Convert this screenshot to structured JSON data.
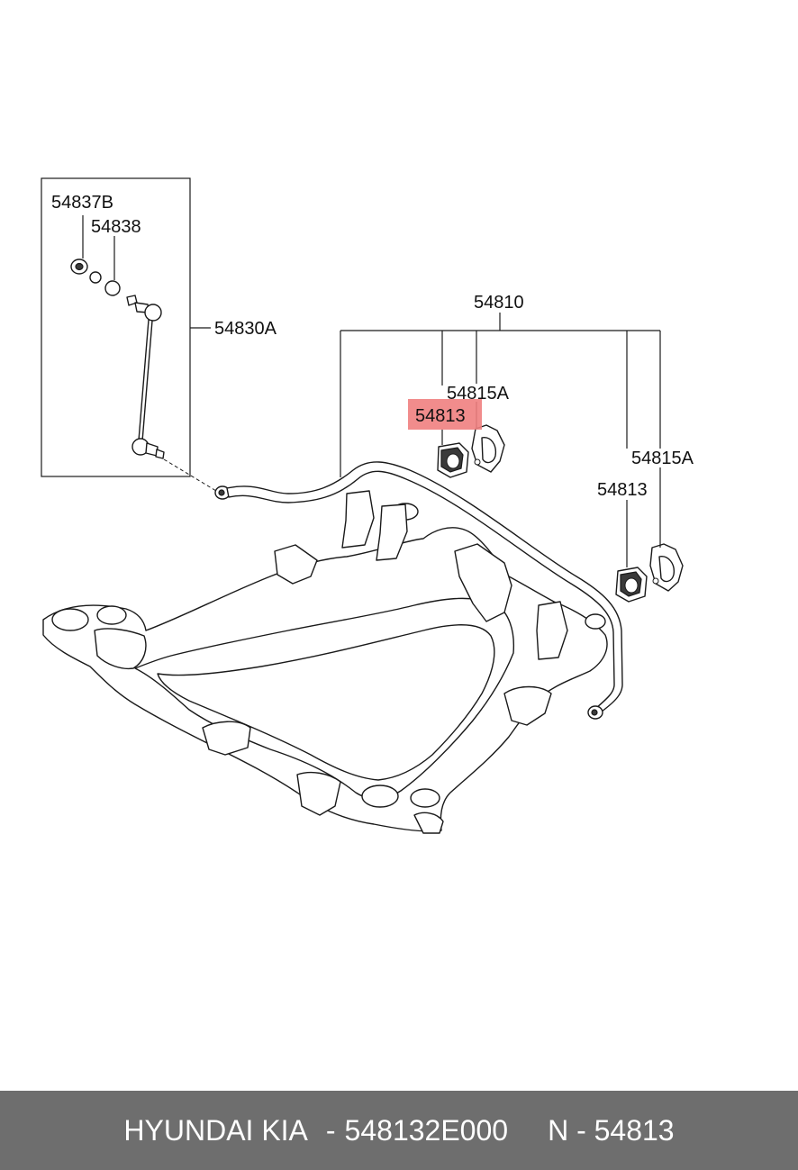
{
  "diagram": {
    "labels": {
      "link_kit_cap": "54837B",
      "link_kit_ring": "54838",
      "stabilizer_link": "54830A",
      "stabilizer_bar": "54810",
      "bracket_left": "54815A",
      "bushing_left": "54813",
      "bracket_right": "54815A",
      "bushing_right": "54813"
    },
    "highlighted_part": "54813",
    "highlight_color": "#f08080"
  },
  "footer": {
    "brand": "HYUNDAI KIA",
    "separator": "-",
    "part_number": "548132E000",
    "position_label": "N - 54813",
    "background_color": "#6e6e6e"
  }
}
